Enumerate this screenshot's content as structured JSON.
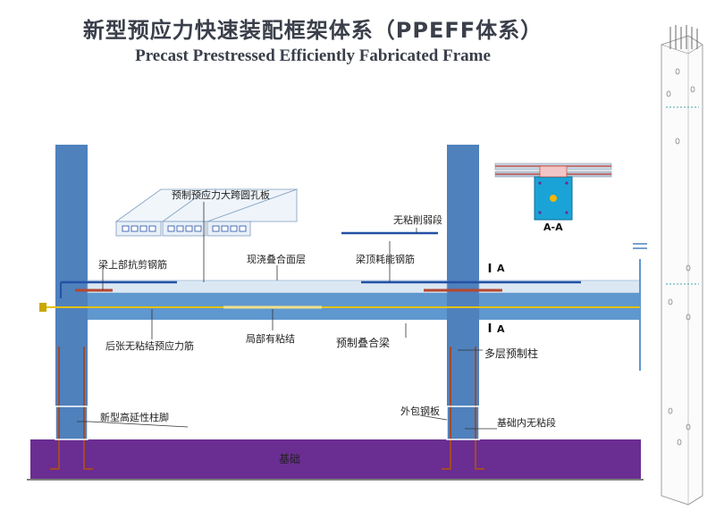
{
  "title_cn": "新型预应力快速装配框架体系（PPEFF体系）",
  "title_en": "Precast Prestressed Efficiently Fabricated Frame",
  "labels": {
    "hollow_slab": "预制预应力大跨圆孔板",
    "unbonded_weakened": "无粘削弱段",
    "top_shear_rebar": "梁上部抗剪钢筋",
    "cast_topping": "现浇叠合面层",
    "top_energy_rebar": "梁顶耗能钢筋",
    "post_tension_tendon": "后张无粘结预应力筋",
    "local_bonded": "局部有粘结",
    "precast_beam": "预制叠合梁",
    "multi_column": "多层预制柱",
    "ductile_base": "新型高延性柱脚",
    "steel_jacket": "外包钢板",
    "foundation_unbonded": "基础内无粘段",
    "foundation": "基础",
    "section_a": "A",
    "section_aa": "A-A"
  },
  "colors": {
    "column": "#4f81bd",
    "beam": "#5f97cf",
    "topping": "#dbe8f4",
    "foundation": "#6a2d91",
    "slab": "#e8f0f8",
    "rebar_blue": "#2451a6",
    "rebar_red": "#b5472f",
    "tendon": "#e6c200"
  }
}
